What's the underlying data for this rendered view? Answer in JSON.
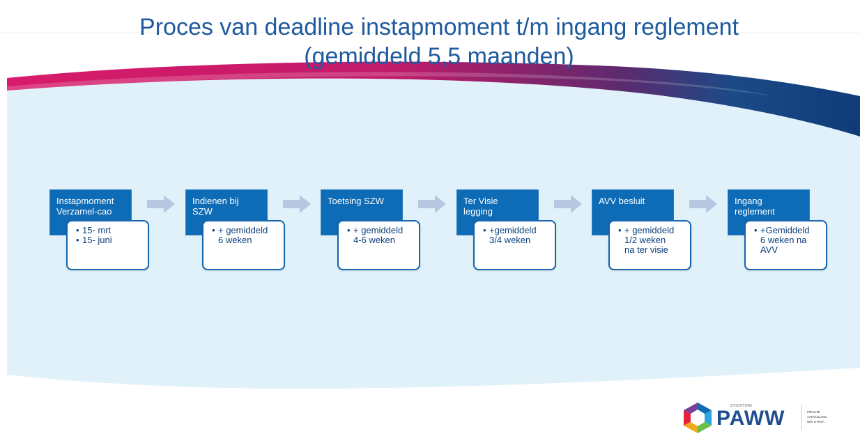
{
  "title": {
    "line1": "Proces van deadline instapmoment t/m ingang reglement",
    "line2": "(gemiddeld 5,5 maanden)"
  },
  "steps": [
    {
      "head": [
        "Instapmoment",
        "Verzamel-cao"
      ],
      "bullets": [
        [
          "15- mrt"
        ],
        [
          "15- juni"
        ]
      ]
    },
    {
      "head": [
        "Indienen bij",
        "SZW"
      ],
      "bullets": [
        [
          "+ gemiddeld",
          "6 weken"
        ]
      ]
    },
    {
      "head": [
        "Toetsing SZW"
      ],
      "bullets": [
        [
          "+ gemiddeld",
          "4-6 weken"
        ]
      ]
    },
    {
      "head": [
        "Ter Visie",
        "legging"
      ],
      "bullets": [
        [
          "+gemiddeld",
          "3/4 weken"
        ]
      ]
    },
    {
      "head": [
        "AVV besluit"
      ],
      "bullets": [
        [
          "+ gemiddeld",
          "1/2 weken",
          "na ter visie"
        ]
      ]
    },
    {
      "head": [
        "Ingang",
        "reglement"
      ],
      "bullets": [
        [
          "+Gemiddeld",
          "6 weken na",
          "AVV"
        ]
      ]
    }
  ],
  "logo": {
    "small": "STICHTING",
    "name": "PAWW",
    "tagline": [
      "PRIVATE",
      "AANVULLING",
      "WW & WGA"
    ]
  },
  "colors": {
    "title": "#1f5a9e",
    "box_fill": "#0e6bb5",
    "detail_border": "#1565b0",
    "arrow": "#b7c7e2",
    "band": "#e0f1f9",
    "swoosh_pink": "#d81b6a",
    "swoosh_purple": "#5d2a6e",
    "swoosh_navy": "#0f3c78"
  }
}
